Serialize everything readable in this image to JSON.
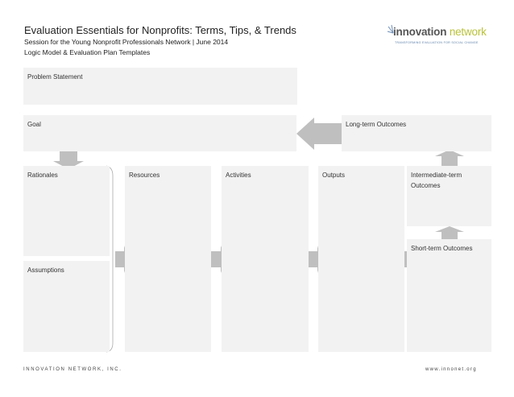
{
  "header": {
    "title": "Evaluation Essentials for Nonprofits: Terms, Tips, & Trends",
    "subtitle": "Session for the Young Nonprofit Professionals Network | June 2014",
    "subtitle2": "Logic Model & Evaluation Plan Templates"
  },
  "logo": {
    "word1": "innovation",
    "word2": "network",
    "tagline": "TRANSFORMING EVALUATION FOR SOCIAL CHANGE"
  },
  "boxes": {
    "problem": "Problem Statement",
    "goal": "Goal",
    "long_term": "Long-term Outcomes",
    "rationales": "Rationales",
    "assumptions": "Assumptions",
    "resources": "Resources",
    "activities": "Activities",
    "outputs": "Outputs",
    "intermediate": "Intermediate-term Outcomes",
    "short_term": "Short-term Outcomes"
  },
  "footer": {
    "left": "INNOVATION NETWORK, INC.",
    "right": "www.innonet.org"
  },
  "colors": {
    "box": "#f2f2f2",
    "arrow": "#bfbfbf",
    "logo_accent": "#b9c23a"
  }
}
